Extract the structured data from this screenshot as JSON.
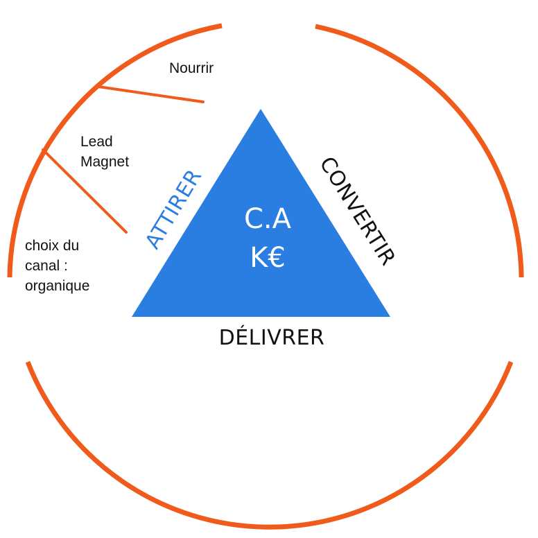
{
  "diagram": {
    "labels": {
      "nourrir": "Nourrir",
      "lead_magnet": "Lead\nMagnet",
      "choix_canal": "choix du\ncanal :\norganique"
    },
    "triangle": {
      "center_line1": "C.A",
      "center_line2": "K€",
      "left_side": "ATTIRER",
      "right_side": "CONVERTIR",
      "bottom_side": "DÉLIVRER"
    },
    "colors": {
      "ring": "#f05a1a",
      "triangle": "#2a7de1",
      "side_left_text": "#2a7de1",
      "side_other_text": "#111111",
      "center_text": "#ffffff"
    }
  }
}
